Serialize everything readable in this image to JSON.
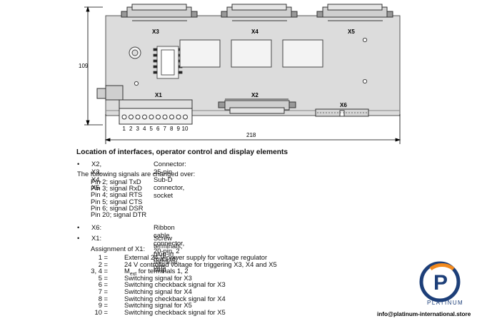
{
  "diagram": {
    "dim_height": "109",
    "dim_width": "218",
    "connector_labels": [
      "X3",
      "X4",
      "X5",
      "X1",
      "X2",
      "X6"
    ],
    "terminal_numbers": [
      "1",
      "2",
      "3",
      "4",
      "5",
      "6",
      "7",
      "8",
      "9",
      "10"
    ]
  },
  "doc": {
    "heading": "Location of interfaces, operator control and display elements",
    "bullet1_keys": "X2, X3, X4, X5",
    "bullet1_text": "Connector:  25-pin Sub-D connector, socket",
    "signals_intro": "The following signals are changed over:",
    "signals": [
      "Pin 2; signal TxD",
      "Pin 3; signal RxD",
      "Pin 4; signal RTS",
      "Pin 5; signal CTS",
      "Pin 6; signal DSR",
      "Pin 20; signal DTR"
    ],
    "bullet2_key": "X6:",
    "bullet2_text": "Ribbon cable connector, 20-pin, 2 rows of pins",
    "bullet3_key": "X1:",
    "bullet3_text": "Screw terminals, plug-in terminal strip",
    "assignment_title": "Assignment of X1:",
    "assignments": [
      {
        "code": "1 =",
        "desc": "External 24 V power supply for voltage regulator"
      },
      {
        "code": "2 =",
        "desc": "24 V controlled voltage for triggering X3, X4 and X5"
      },
      {
        "code": "3, 4 =",
        "desc_prefix": "M",
        "desc_sub": "ext",
        "desc_rest": " for terminals 1, 2"
      },
      {
        "code": "5 =",
        "desc": "Switching signal for X3"
      },
      {
        "code": "6 =",
        "desc": "Switching checkback signal for X3"
      },
      {
        "code": "7 =",
        "desc": "Switching signal for X4"
      },
      {
        "code": "8 =",
        "desc": "Switching checkback signal for X4"
      },
      {
        "code": "9 =",
        "desc": "Switching signal for X5"
      },
      {
        "code": "10 =",
        "desc": "Switching checkback signal for X5"
      }
    ]
  },
  "branding": {
    "logo_letter": "P",
    "brand": "PLATINUM",
    "email": "info@platinum-international.store",
    "colors": {
      "blue": "#1d3f79",
      "orange": "#f28a1e"
    }
  }
}
